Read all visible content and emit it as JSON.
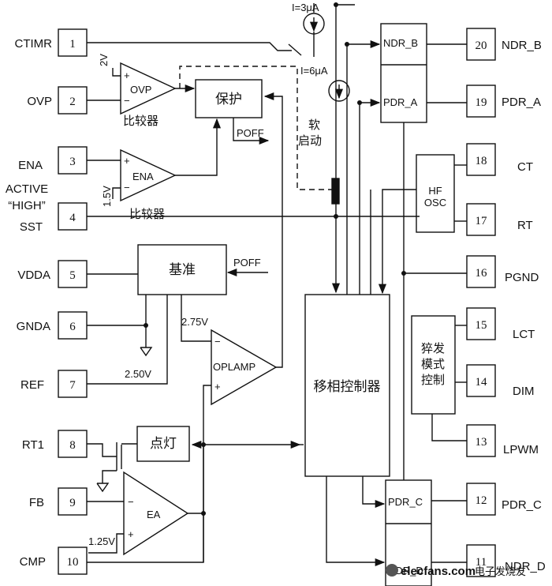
{
  "pins": {
    "left": [
      {
        "num": "1",
        "name": "CTIMR"
      },
      {
        "num": "2",
        "name": "OVP"
      },
      {
        "num": "3",
        "name": "ENA"
      },
      {
        "num": "4",
        "name": "SST"
      },
      {
        "num": "5",
        "name": "VDDA"
      },
      {
        "num": "6",
        "name": "GNDA"
      },
      {
        "num": "7",
        "name": "REF"
      },
      {
        "num": "8",
        "name": "RT1"
      },
      {
        "num": "9",
        "name": "FB"
      },
      {
        "num": "10",
        "name": "CMP"
      }
    ],
    "right": [
      {
        "num": "20",
        "name": "NDR_B"
      },
      {
        "num": "19",
        "name": "PDR_A"
      },
      {
        "num": "18",
        "name": "CT"
      },
      {
        "num": "17",
        "name": "RT"
      },
      {
        "num": "16",
        "name": "PGND"
      },
      {
        "num": "15",
        "name": "LCT"
      },
      {
        "num": "14",
        "name": "DIM"
      },
      {
        "num": "13",
        "name": "LPWM"
      },
      {
        "num": "12",
        "name": "PDR_C"
      },
      {
        "num": "11",
        "name": "NDR_D"
      }
    ]
  },
  "labels": {
    "active_line1": "ACTIVE",
    "active_line2": "“HIGH”",
    "ovp_ref": "2V",
    "ena_ref": "1.5V",
    "current_src_top": "I=3μA",
    "current_src_2": "I=6μA",
    "soft_start_1": "软",
    "soft_start_2": "启动",
    "poff_1": "POFF",
    "poff_2": "POFF",
    "v275": "2.75V",
    "v250": "2.50V",
    "v125": "1.25V",
    "plus": "+",
    "minus": "−"
  },
  "blocks": {
    "ovp_comp": {
      "name": "OVP",
      "caption": "比较器"
    },
    "ena_comp": {
      "name": "ENA",
      "caption": "比较器"
    },
    "protect": "保护",
    "reference": "基准",
    "oplamp": "OPLAMP",
    "lamp": "点灯",
    "ea": "EA",
    "phase_ctrl": "移相控制器",
    "hf_osc_1": "HF",
    "hf_osc_2": "OSC",
    "burst_1": "猝发",
    "burst_2": "模式",
    "burst_3": "控制",
    "ndr_b": "NDR_B",
    "pdr_a": "PDR_A",
    "pdr_c": "PDR_C",
    "ndr_d": "NDR_D"
  },
  "watermark": {
    "brand": "elecfans.com",
    "cn": "电子发烧友"
  }
}
